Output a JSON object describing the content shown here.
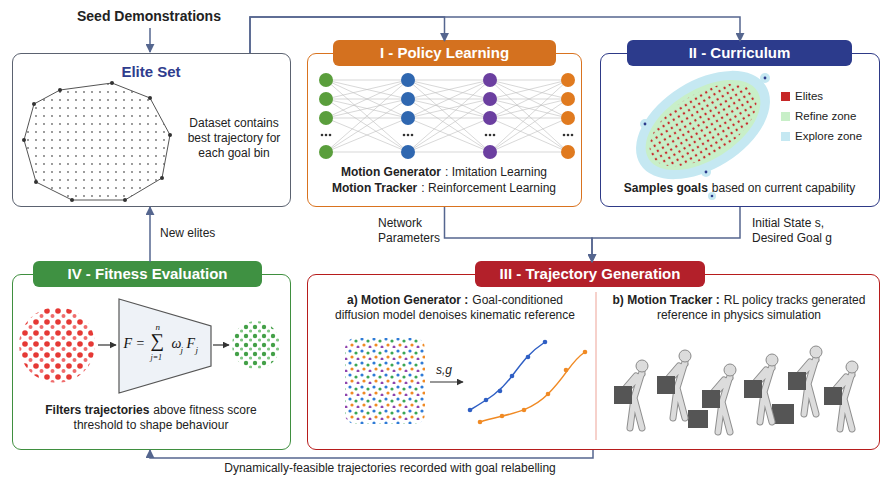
{
  "diagram": {
    "nodes": [
      {
        "text": [
          "Elite Set",
          "Dataset contains best trajectory for each goal bin"
        ]
      },
      {
        "text": [
          "I - Policy Learning",
          "Motion Generator",
          ": Imitation Learning",
          "Motion Tracker",
          ": Reinforcement Learning"
        ]
      },
      {
        "text": [
          "II - Curriculum",
          "Samples goals",
          "based on current capability"
        ]
      },
      {
        "text": [
          "III - Trajectory Generation",
          "a) Motion Generator :",
          "Goal-conditioned diffusion model denoises kinematic reference",
          "b) Motion Tracker :",
          "RL policy tracks generated reference in physics simulation"
        ]
      },
      {
        "text": [
          "IV - Fitness Evaluation",
          "Filters trajectories",
          "above fitness score threshold to shape behaviour"
        ]
      },
      {
        "text": [
          "F =",
          "n",
          "∑",
          "j=1",
          "ω",
          "j",
          "F",
          "j"
        ],
        "in": 4
      }
    ],
    "edges": [
      {
        "from": 0,
        "to": 1,
        "arrow": "to"
      },
      {
        "from": 0,
        "to": 2,
        "arrow": "to"
      },
      {
        "from": 1,
        "to": 3,
        "label": "Network Parameters",
        "arrow": "to"
      },
      {
        "from": 2,
        "to": 3,
        "label": "Initial State s, Desired Goal g",
        "arrow": "to"
      },
      {
        "from": 3,
        "to": 4,
        "label": "Dynamically-feasible trajectories recorded with goal relabelling",
        "arrow": "to"
      },
      {
        "from": 4,
        "to": 0,
        "label": "New elites",
        "arrow": "to"
      }
    ],
    "labels": [
      "Seed Demonstrations",
      "s,g"
    ],
    "legend": [
      {
        "text": "Elites",
        "color": "#c62828"
      },
      {
        "text": "Refine zone",
        "color": "#c8efc8"
      },
      {
        "text": "Explore zone",
        "color": "#c5e8f2"
      }
    ]
  }
}
